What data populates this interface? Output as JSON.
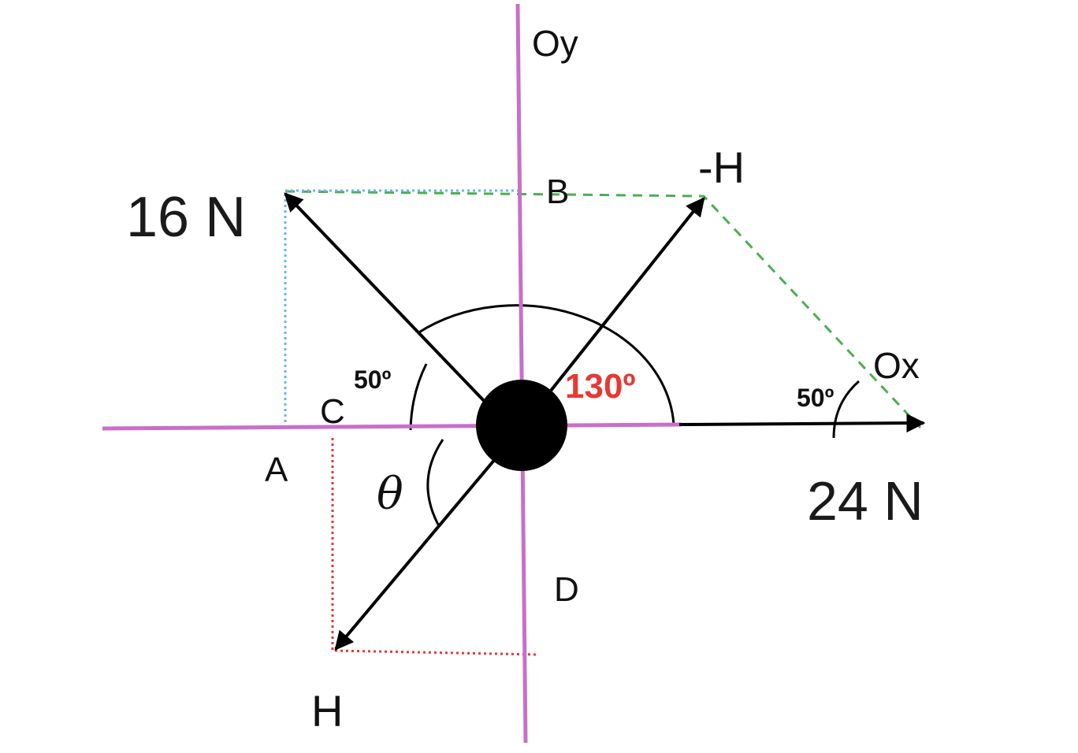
{
  "labels": {
    "oy": "Oy",
    "ox": "Ox",
    "b": "B",
    "neg_h": "-H",
    "force_16": "16 N",
    "force_24": "24 N",
    "c": "C",
    "a": "A",
    "d": "D",
    "h": "H",
    "theta": "θ",
    "angle_50_left": "50º",
    "angle_50_right": "50º",
    "angle_130": "130º"
  },
  "colors": {
    "axis": "#c86fc9",
    "vector": "#000000",
    "dashed_green": "#4caf50",
    "dotted_blue": "#64b5f6",
    "dotted_red": "#e53935",
    "angle_text_red": "#e53935",
    "body": "#000000"
  }
}
